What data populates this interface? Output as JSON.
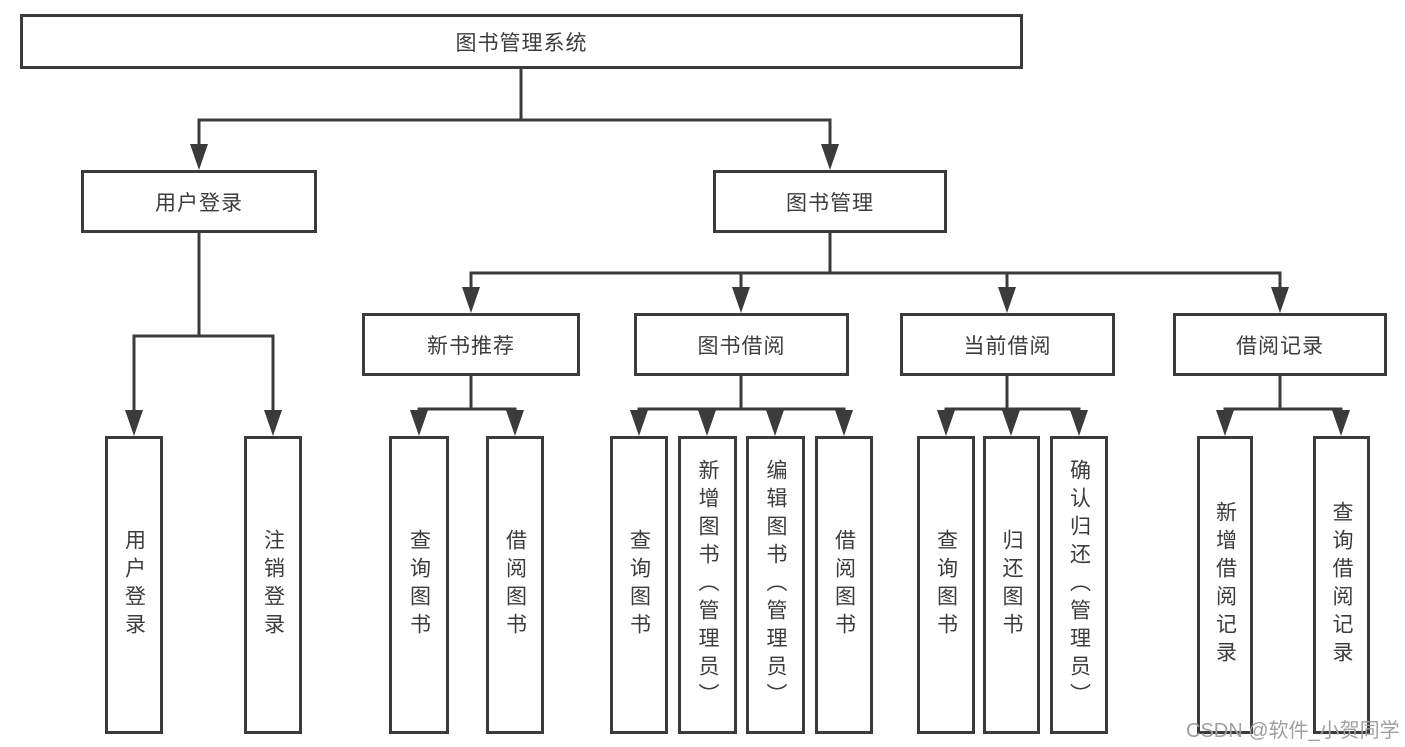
{
  "diagram_title": "图书管理系统",
  "tree": {
    "label": "图书管理系统",
    "children": [
      {
        "label": "用户登录",
        "children": [
          {
            "label": "用户登录"
          },
          {
            "label": "注销登录"
          }
        ]
      },
      {
        "label": "图书管理",
        "children": [
          {
            "label": "新书推荐",
            "children": [
              {
                "label": "查询图书"
              },
              {
                "label": "借阅图书"
              }
            ]
          },
          {
            "label": "图书借阅",
            "children": [
              {
                "label": "查询图书"
              },
              {
                "label": "新增图书（管理员）"
              },
              {
                "label": "编辑图书（管理员）"
              },
              {
                "label": "借阅图书"
              }
            ]
          },
          {
            "label": "当前借阅",
            "children": [
              {
                "label": "查询图书"
              },
              {
                "label": "归还图书"
              },
              {
                "label": "确认归还（管理员）"
              }
            ]
          },
          {
            "label": "借阅记录",
            "children": [
              {
                "label": "新增借阅记录"
              },
              {
                "label": "查询借阅记录"
              }
            ]
          }
        ]
      }
    ]
  },
  "watermark": {
    "text": "CSDN @软件_小贺同学"
  },
  "colors": {
    "line": "#3b3b3b",
    "text": "#3c3c3c",
    "box_background": "#ffffff",
    "page_background": "#ffffff",
    "watermark": "#a0a0a0"
  }
}
